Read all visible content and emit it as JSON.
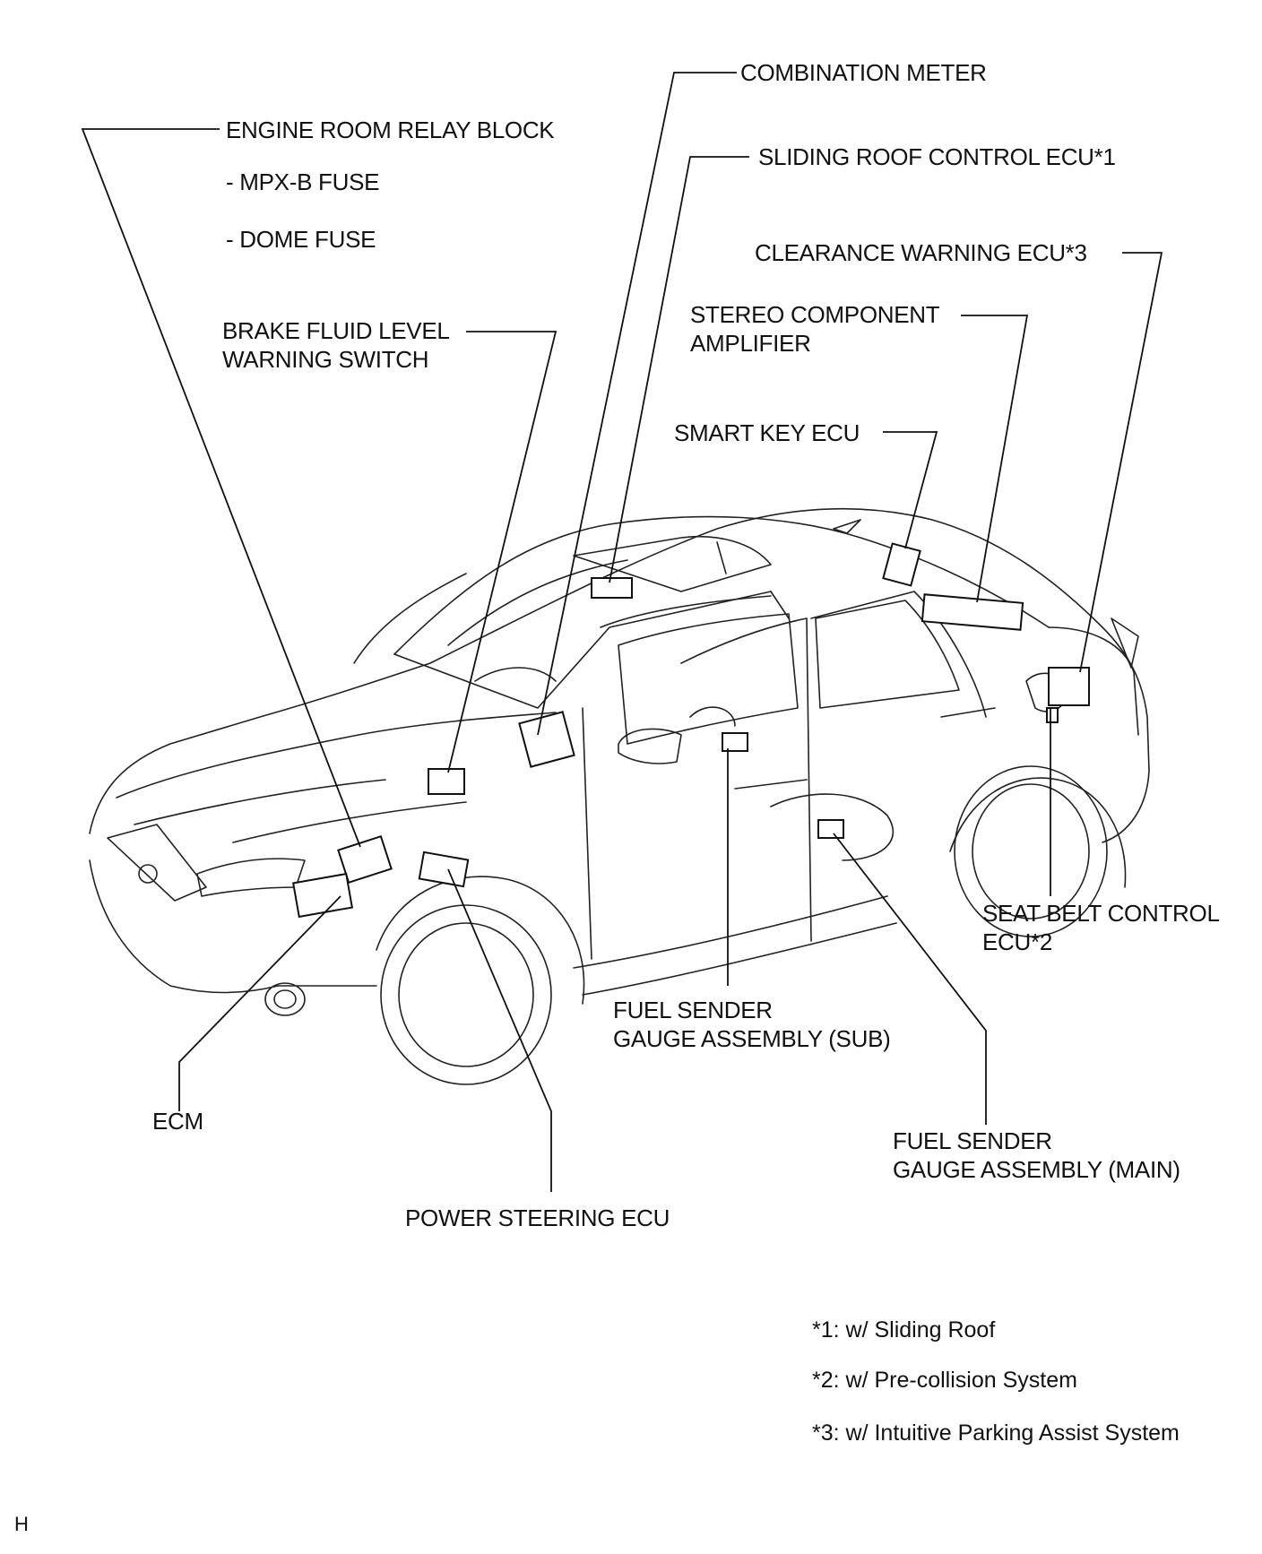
{
  "labels": {
    "combination_meter": "COMBINATION METER",
    "engine_room_relay_block": "ENGINE ROOM RELAY BLOCK",
    "mpx_b_fuse": "- MPX-B FUSE",
    "dome_fuse": "- DOME FUSE",
    "sliding_roof_control_ecu": "SLIDING ROOF CONTROL ECU*1",
    "clearance_warning_ecu": "CLEARANCE WARNING ECU*3",
    "brake_fluid_level_line1": "BRAKE FLUID LEVEL",
    "brake_fluid_level_line2": "WARNING SWITCH",
    "stereo_component_line1": "STEREO COMPONENT",
    "stereo_component_line2": "AMPLIFIER",
    "smart_key_ecu": "SMART KEY ECU",
    "seat_belt_control_line1": "SEAT BELT CONTROL",
    "seat_belt_control_line2": "ECU*2",
    "fuel_sender_sub_line1": "FUEL SENDER",
    "fuel_sender_sub_line2": "GAUGE ASSEMBLY (SUB)",
    "ecm": "ECM",
    "fuel_sender_main_line1": "FUEL SENDER",
    "fuel_sender_main_line2": "GAUGE ASSEMBLY (MAIN)",
    "power_steering_ecu": "POWER STEERING ECU"
  },
  "notes": [
    "*1: w/ Sliding Roof",
    "*2: w/ Pre-collision System",
    "*3: w/ Intuitive Parking Assist System"
  ],
  "corner_mark": "H"
}
